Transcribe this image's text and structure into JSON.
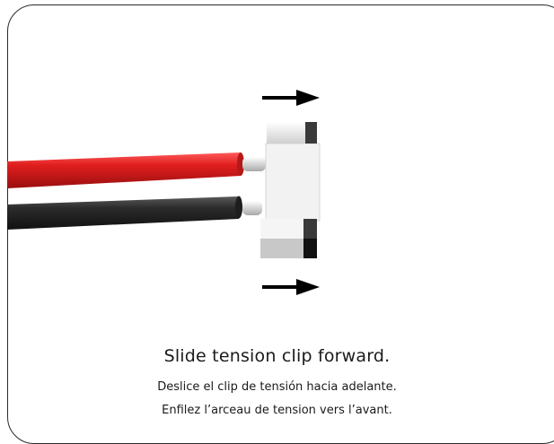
{
  "instruction": {
    "english": "Slide tension clip forward.",
    "spanish": "Deslice el clip de tensión hacia adelante.",
    "french": "Enfilez l’arceau de tension vers l’avant."
  },
  "illustration": {
    "icons": [
      "red-wire-icon",
      "black-wire-icon",
      "tension-clip-icon",
      "arrow-right-icon"
    ],
    "colors": {
      "red_wire": "#d91e1e",
      "black_wire": "#2b2b2b",
      "clip_body": "#f2f2f2",
      "clip_shadow": "#c8c8c8",
      "clip_dark_edge": "#3a3a3a",
      "arrow": "#000000",
      "border": "#2a2a2a"
    }
  }
}
